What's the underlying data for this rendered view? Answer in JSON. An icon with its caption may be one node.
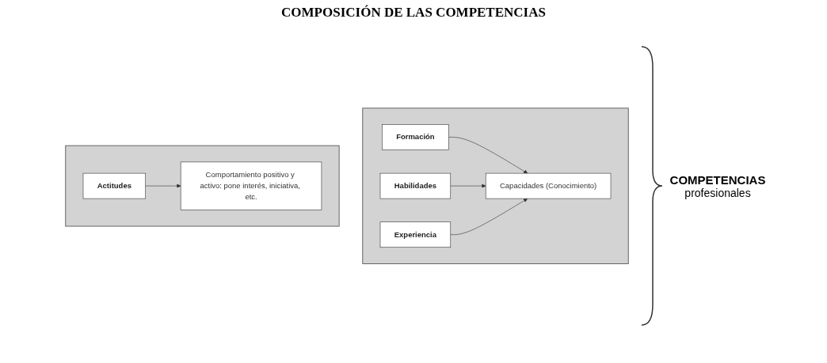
{
  "diagram": {
    "title": "COMPOSICIÓN DE LAS COMPETENCIAS",
    "nodes": [
      {
        "text": [],
        "shape": "box"
      },
      {
        "text": [
          "Formación"
        ],
        "in": 0
      },
      {
        "text": [
          "Habilidades"
        ],
        "in": 0
      },
      {
        "text": [
          "Experiencia"
        ],
        "in": 0
      },
      {
        "text": [
          "Capacidades (Conocimiento)"
        ],
        "in": 0
      },
      {
        "text": [],
        "shape": "box"
      },
      {
        "text": [
          "Actitudes"
        ],
        "in": 5
      },
      {
        "text": [
          "Comportamiento positivo y activo: pone interés, iniciativa, etc."
        ],
        "in": 5
      }
    ],
    "edges": [
      {
        "from": 1,
        "to": 4,
        "arrow": "to"
      },
      {
        "from": 2,
        "to": 4,
        "arrow": "to"
      },
      {
        "from": 3,
        "to": 4,
        "arrow": "to"
      },
      {
        "from": 6,
        "to": 7,
        "arrow": "to"
      }
    ],
    "labels": [
      "COMPETENCIAS",
      "profesionales"
    ]
  }
}
